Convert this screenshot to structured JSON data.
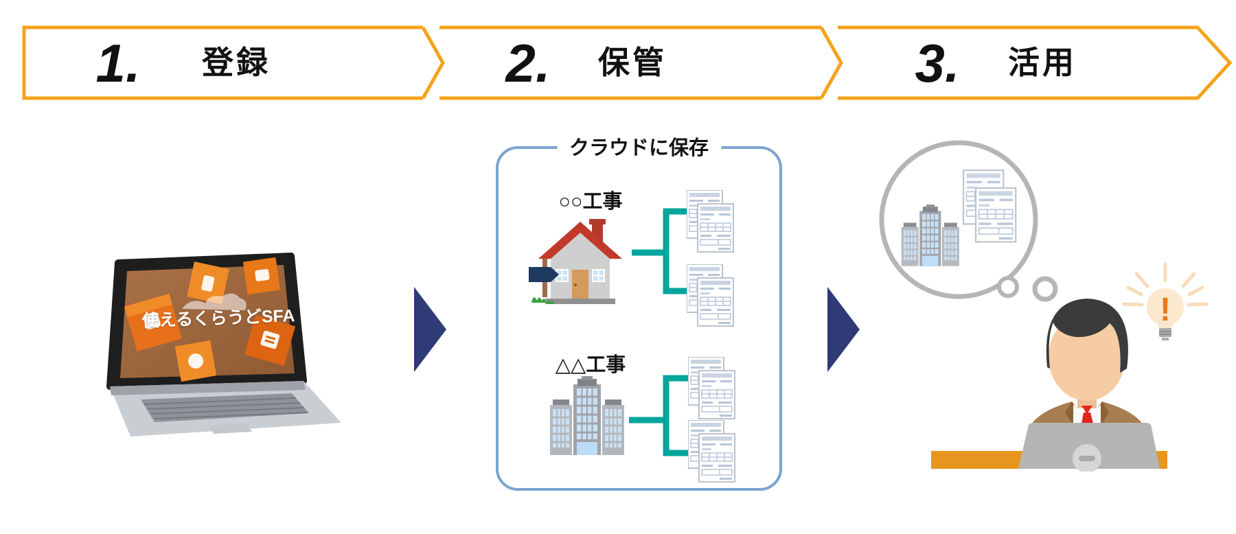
{
  "banner": {
    "accent_color": "#F5A31B",
    "steps": [
      {
        "number": "1.",
        "label": "登録"
      },
      {
        "number": "2.",
        "label": "保管"
      },
      {
        "number": "3.",
        "label": "活用"
      }
    ]
  },
  "step1": {
    "laptop_screen_brand": "使えるくらうどSFA"
  },
  "flow": {
    "arrow_icon": "right-triangle-arrow",
    "arrow_color": "#2E3B77"
  },
  "cloud_box": {
    "title": "クラウドに保存",
    "border_color": "#7BA4D0",
    "connector_color": "#00A69C",
    "groups": [
      {
        "label": "○○工事",
        "icon": "house-icon"
      },
      {
        "label": "△△工事",
        "icon": "office-building-icon"
      }
    ]
  },
  "step3": {
    "bubble_color": "#B5B5B5",
    "desk_color": "#E8951F",
    "idea_mark": "!"
  }
}
